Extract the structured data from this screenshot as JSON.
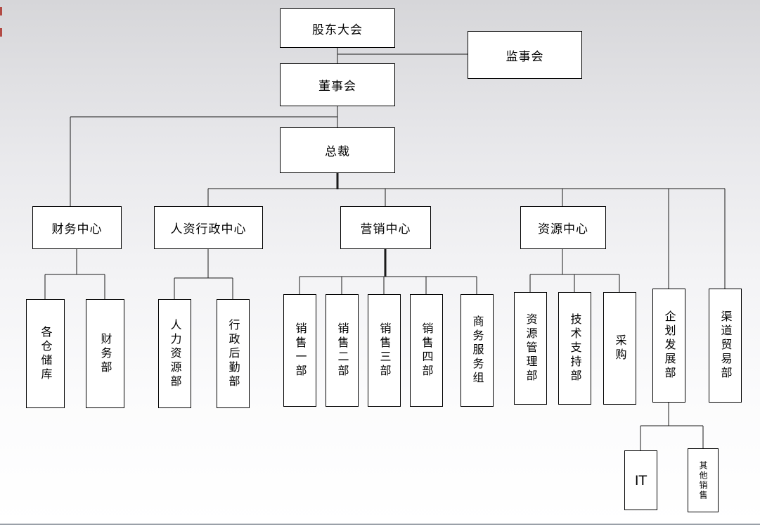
{
  "diagram": {
    "type": "org-chart",
    "colors": {
      "box_fill": "#ffffff",
      "box_border": "#000000",
      "connector_line": "#1a1a1a",
      "background_top": "#d6d6d9",
      "background_bottom": "#ffffff"
    },
    "nodes": {
      "shareholders": {
        "label": "股东大会"
      },
      "supervisory": {
        "label": "监事会"
      },
      "board": {
        "label": "董事会"
      },
      "president": {
        "label": "总裁"
      },
      "finance_center": {
        "label": "财务中心"
      },
      "hr_admin_center": {
        "label": "人资行政中心"
      },
      "marketing_center": {
        "label": "营销中心"
      },
      "resource_center": {
        "label": "资源中心"
      },
      "warehouses": {
        "label": "各仓储库"
      },
      "finance_dept": {
        "label": "财务部"
      },
      "hr_dept": {
        "label": "人力资源部"
      },
      "admin_logistics_dept": {
        "label": "行政后勤部"
      },
      "sales_dept_1": {
        "label": "销售一部"
      },
      "sales_dept_2": {
        "label": "销售二部"
      },
      "sales_dept_3": {
        "label": "销售三部"
      },
      "sales_dept_4": {
        "label": "销售四部"
      },
      "business_service_group": {
        "label": "商务服务组"
      },
      "resource_mgmt_dept": {
        "label": "资源管理部"
      },
      "tech_support_dept": {
        "label": "技术支持部"
      },
      "procurement": {
        "label": "采购"
      },
      "planning_dev_dept": {
        "label": "企划发展部"
      },
      "channel_trade_dept": {
        "label": "渠道贸易部"
      },
      "it_dept": {
        "label": "IT"
      },
      "other_sales": {
        "label": "其他销售"
      }
    }
  }
}
